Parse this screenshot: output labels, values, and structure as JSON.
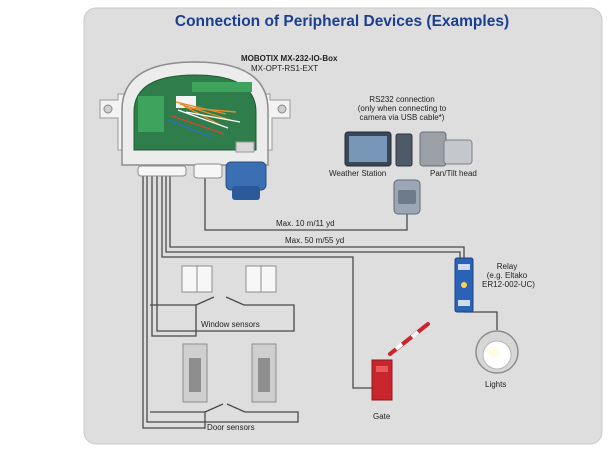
{
  "title": "Connection of Peripheral Devices (Examples)",
  "device": {
    "name": "MOBOTIX MX-232-IO-Box",
    "model": "MX-OPT-RS1-EXT"
  },
  "rs232": {
    "line1": "RS232 connection",
    "line2": "(only when connecting to",
    "line3": "camera via USB cable*)"
  },
  "labels": {
    "weather_station": "Weather Station",
    "pan_tilt": "Pan/Tilt head",
    "max10": "Max. 10 m/11 yd",
    "max50": "Max. 50 m/55 yd",
    "relay_line1": "Relay",
    "relay_line2": "(e.g. Eltako",
    "relay_line3": "ER12-002-UC)",
    "window_sensors": "Window sensors",
    "door_sensors": "Door sensors",
    "gate": "Gate",
    "lights": "Lights"
  },
  "colors": {
    "title": "#1b3f8f",
    "panel": "#dedede",
    "wire": "#444444",
    "pcb": "#2f7d4a",
    "relay": "#2a62b8",
    "gate": "#c8262c"
  }
}
